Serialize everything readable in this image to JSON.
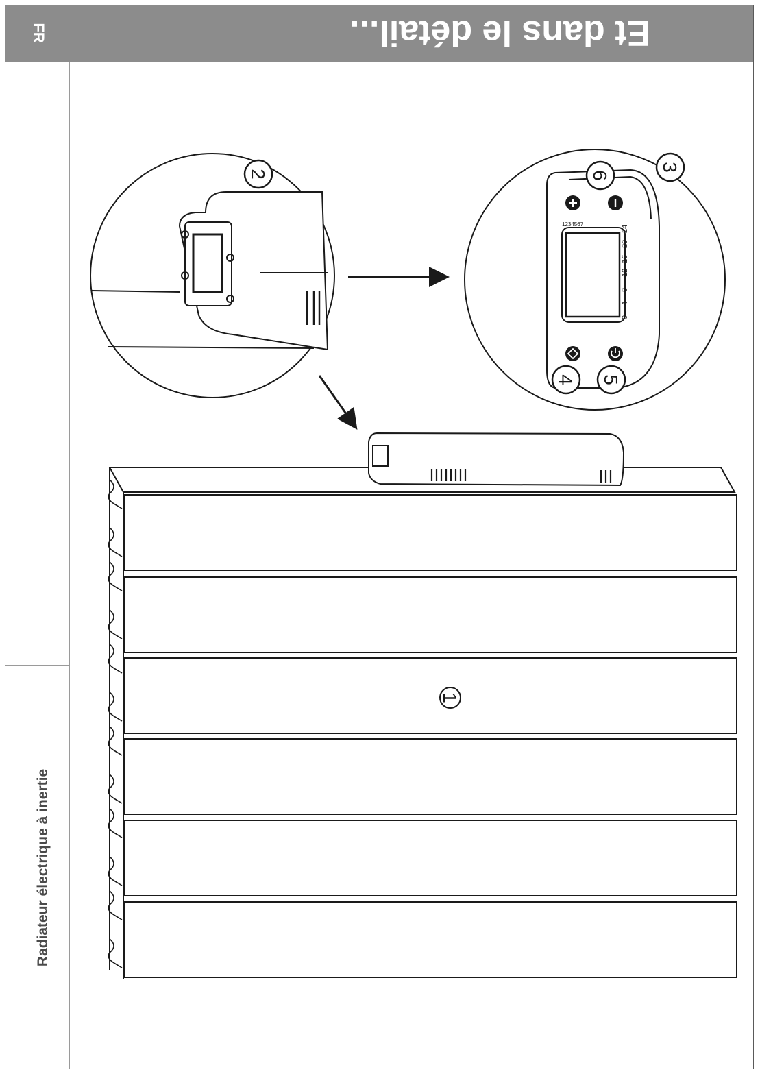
{
  "header": {
    "lang_tag": "FR",
    "title": "Et dans le détail..."
  },
  "sidebar": {
    "product_name": "Radiateur électrique à inertie"
  },
  "callouts": [
    "1",
    "2",
    "3",
    "4",
    "5",
    "6"
  ],
  "control_panel": {
    "scale_labels": [
      "0",
      "4",
      "8",
      "12",
      "16",
      "20",
      "24"
    ],
    "day_labels": "1234567",
    "icons": [
      "plus-icon",
      "minus-icon",
      "mode-icon",
      "power-icon"
    ]
  },
  "colors": {
    "header_bg": "#8c8c8c",
    "header_text": "#ffffff",
    "line": "#1a1a1a"
  }
}
